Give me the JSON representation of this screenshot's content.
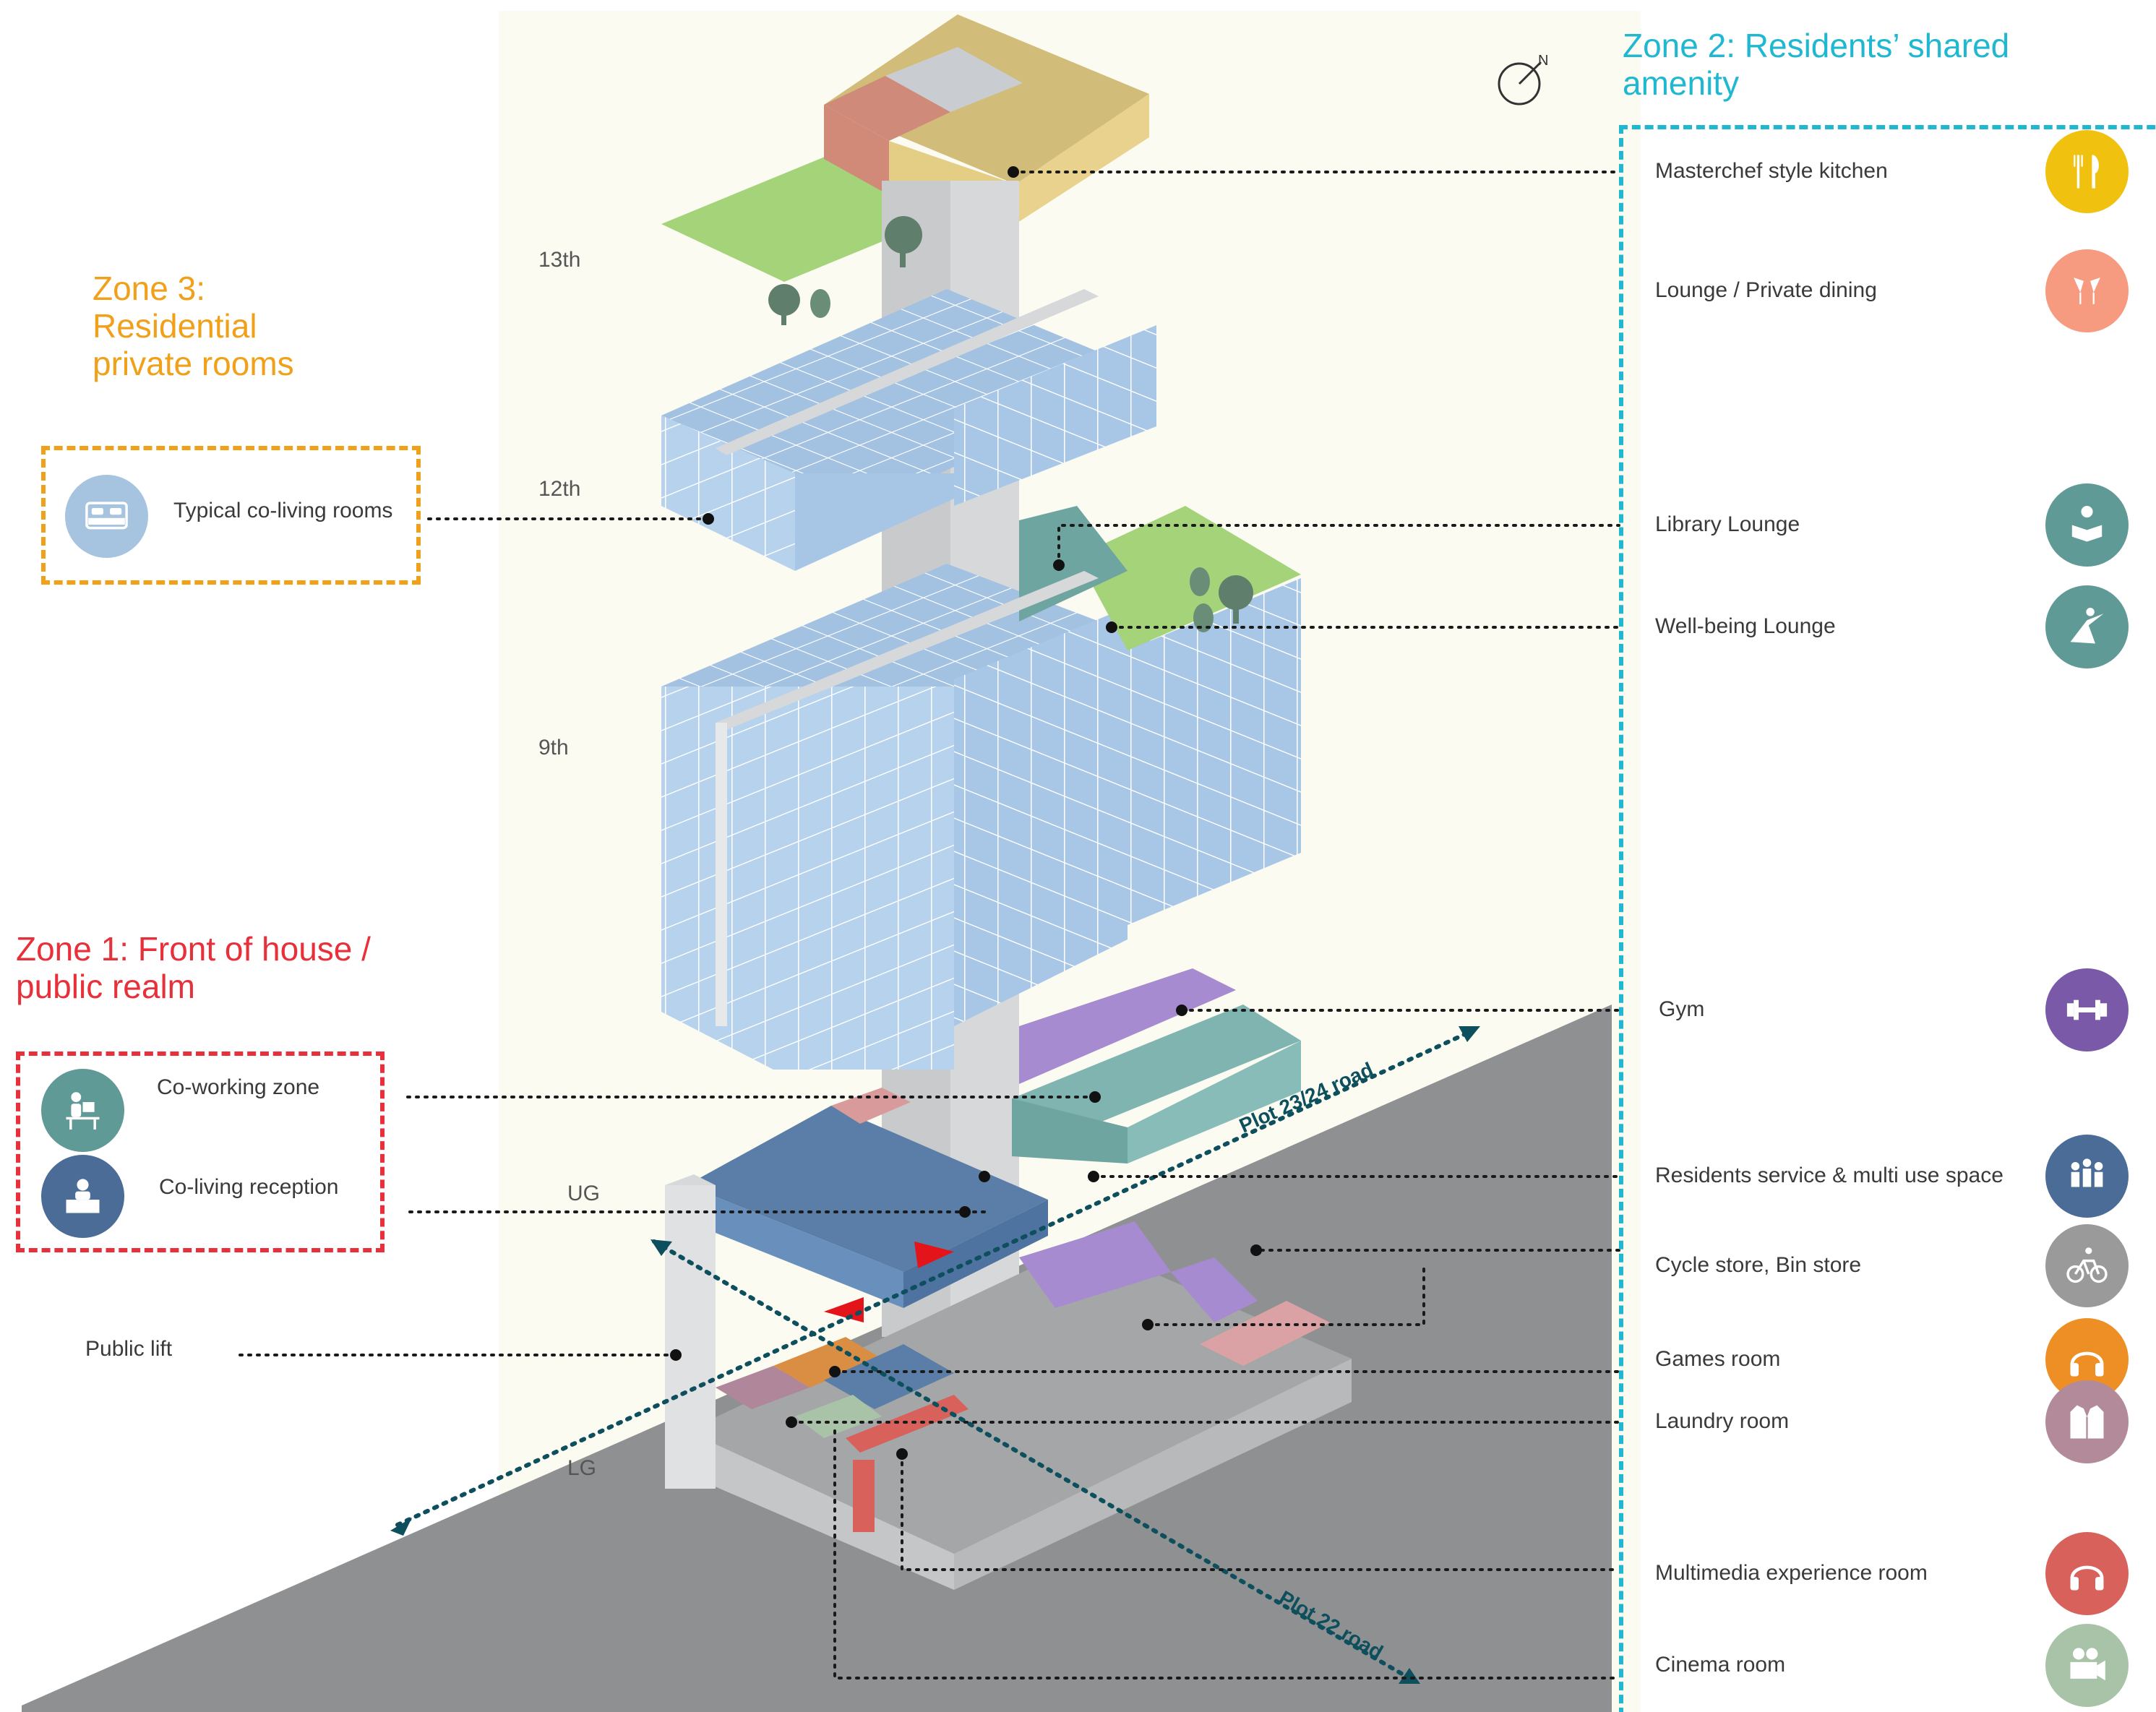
{
  "zones": {
    "zone1": {
      "title_line1": "Zone 1: Front of house /",
      "title_line2": "public realm",
      "color": "#e8303a",
      "items": [
        {
          "label": "Co-working zone",
          "icon": "desk-worker-icon",
          "icon_color": "#5f9a96"
        },
        {
          "label": "Co-living reception",
          "icon": "reception-desk-icon",
          "icon_color": "#4a6c96"
        }
      ]
    },
    "zone2": {
      "title_line1": "Zone 2: Residents’ shared",
      "title_line2": "amenity",
      "color": "#1fb8d0"
    },
    "zone3": {
      "title_line1": "Zone 3:",
      "title_line2": "Residential",
      "title_line3": "private rooms",
      "color": "#f0a019",
      "items": [
        {
          "label": "Typical co-living rooms",
          "icon": "bed-icon",
          "icon_color": "#a6c3e0"
        }
      ]
    }
  },
  "amenities": [
    {
      "label": "Masterchef style kitchen",
      "icon": "cutlery-icon",
      "color": "#f0c20f"
    },
    {
      "label": "Lounge / Private dining",
      "icon": "champagne-glasses-icon",
      "color": "#f69a80"
    },
    {
      "label": "Library Lounge",
      "icon": "reading-person-icon",
      "color": "#5f9a96"
    },
    {
      "label": "Well-being Lounge",
      "icon": "yoga-pose-icon",
      "color": "#5f9a96"
    },
    {
      "label": "Gym",
      "icon": "dumbbell-icon",
      "color": "#7a5aa8"
    },
    {
      "label": "Residents service & multi use space",
      "icon": "group-people-icon",
      "color": "#4a6c96"
    },
    {
      "label": "Cycle store, Bin store",
      "icon": "bicycle-icon",
      "color": "#9a9a9a"
    },
    {
      "label": "Games room",
      "icon": "headphones-icon",
      "color": "#ee8f25"
    },
    {
      "label": "Laundry room",
      "icon": "shirt-jacket-icon",
      "color": "#b28a9a"
    },
    {
      "label": "Multimedia experience room",
      "icon": "headphones-icon",
      "color": "#d9615c"
    },
    {
      "label": "Cinema room",
      "icon": "film-camera-icon",
      "color": "#a9c3a8"
    }
  ],
  "floors": {
    "f13": "13th",
    "f12": "12th",
    "f9": "9th",
    "ug": "UG",
    "lg": "LG"
  },
  "public_lift": "Public lift",
  "roads": {
    "plot_23_24": "Plot 23/24 road",
    "plot_22": "Plot 22 road"
  },
  "compass_letter": "N"
}
